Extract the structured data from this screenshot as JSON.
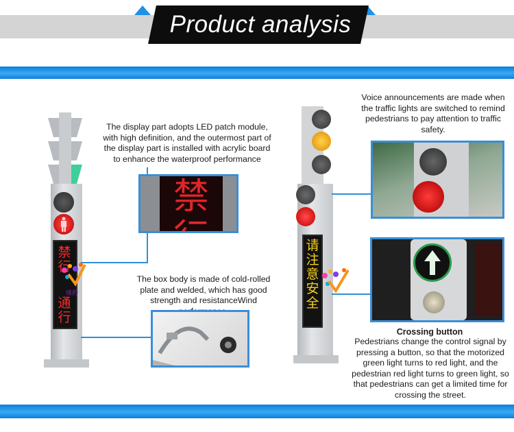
{
  "header": {
    "title": "Product analysis",
    "colors": {
      "banner_gray": "#d4d4d4",
      "banner_black": "#0d0d0d",
      "accent_blue": "#1e90e6"
    }
  },
  "left": {
    "display_note": "The display part adopts LED patch module, with high definition, and the outermost part of the display part is installed with acrylic board to enhance the waterproof performance",
    "display_photo_text": "禁行",
    "box_note": "The box body is made of cold-rolled plate and welded, which has good strength and resistanceWind performance.",
    "sign_top": "禁行",
    "sign_bottom": "通行"
  },
  "right": {
    "voice_note": "Voice announcements are made when the traffic lights are switched to remind pedestrians to pay attention to traffic safety.",
    "crossing_title": "Crossing button",
    "crossing_note": "Pedestrians change the control signal by pressing a button, so that the motorized green light turns to red light, and the pedestrian red light turns to green light, so that pedestrians can get a limited time for crossing the street.",
    "sign_text": "请注意安全"
  },
  "watermark": "维的"
}
